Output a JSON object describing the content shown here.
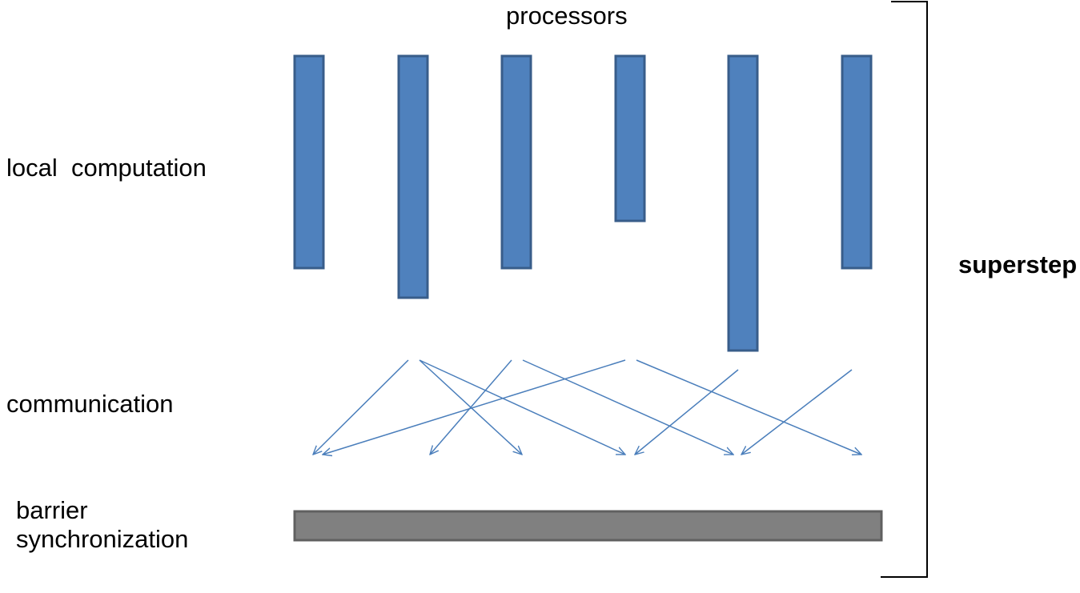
{
  "title": "processors",
  "phases": {
    "local_computation": "local  computation",
    "communication": "communication",
    "barrier": [
      "barrier",
      "synchronization"
    ]
  },
  "superstep_label": "superstep",
  "colors": {
    "processor_fill": "#4f81bd",
    "processor_stroke": "#385d8a",
    "arrow": "#4a7ebb",
    "barrier_fill": "#808080",
    "barrier_stroke": "#606060",
    "bracket": "#000000"
  },
  "processors": [
    {
      "id": 1,
      "computation_length": 0.72
    },
    {
      "id": 2,
      "computation_length": 0.82
    },
    {
      "id": 3,
      "computation_length": 0.72
    },
    {
      "id": 4,
      "computation_length": 0.56
    },
    {
      "id": 5,
      "computation_length": 1.0
    },
    {
      "id": 6,
      "computation_length": 0.72
    }
  ],
  "messages": [
    {
      "from": 2,
      "to": 1
    },
    {
      "from": 2,
      "to": 3
    },
    {
      "from": 2,
      "to": 4
    },
    {
      "from": 3,
      "to": 2
    },
    {
      "from": 3,
      "to": 5
    },
    {
      "from": 4,
      "to": 1
    },
    {
      "from": 4,
      "to": 6
    },
    {
      "from": 5,
      "to": 4
    },
    {
      "from": 6,
      "to": 5
    }
  ]
}
